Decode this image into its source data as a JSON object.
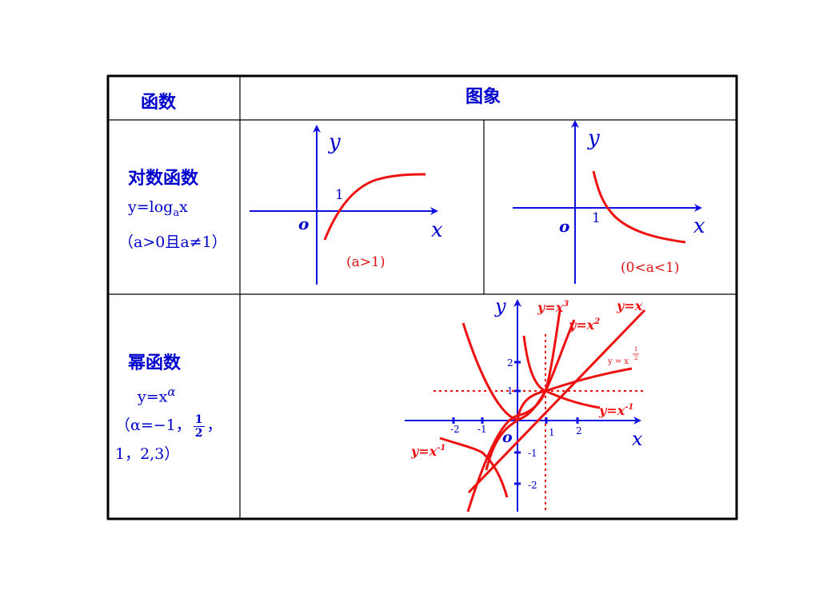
{
  "header": {
    "col1": "函数",
    "col2": "图象"
  },
  "log_row": {
    "title": "对数函数",
    "formula_prefix": "y=log",
    "formula_sub": "a",
    "formula_suffix": "x",
    "condition": "（a>0且a≠1）",
    "graph_left": {
      "axis_y": "y",
      "axis_x": "x",
      "origin": "o",
      "one": "1",
      "caption": "(a>1)"
    },
    "graph_right": {
      "axis_y": "y",
      "axis_x": "x",
      "origin": "o",
      "one": "1",
      "caption": "(0<a<1)"
    }
  },
  "power_row": {
    "title": "幂函数",
    "formula_prefix": "y=x",
    "formula_exp": "α",
    "cond_prefix": "（α=−1，",
    "frac_num": "1",
    "frac_den": "2",
    "cond_mid": "，",
    "cond_line2": "1，2,3）",
    "graph": {
      "axis_y": "y",
      "axis_x": "x",
      "origin": "o",
      "ticks_x": [
        "-2",
        "-1",
        "1",
        "2"
      ],
      "ticks_y": [
        "2",
        "1",
        "-1",
        "-2"
      ],
      "labels": {
        "cube": "y=x",
        "cube_exp": "3",
        "square": "y=x",
        "square_exp": "2",
        "identity": "y=x",
        "sqrt": "y = x",
        "sqrt_num": "1",
        "sqrt_den": "2",
        "recip_right": "y=x",
        "recip_right_exp": "-1",
        "recip_left": "y=x",
        "recip_left_exp": "-1"
      }
    }
  },
  "colors": {
    "text": "#0000cc",
    "axis": "#1010e0",
    "curve": "#ee1111",
    "border": "#000000"
  }
}
